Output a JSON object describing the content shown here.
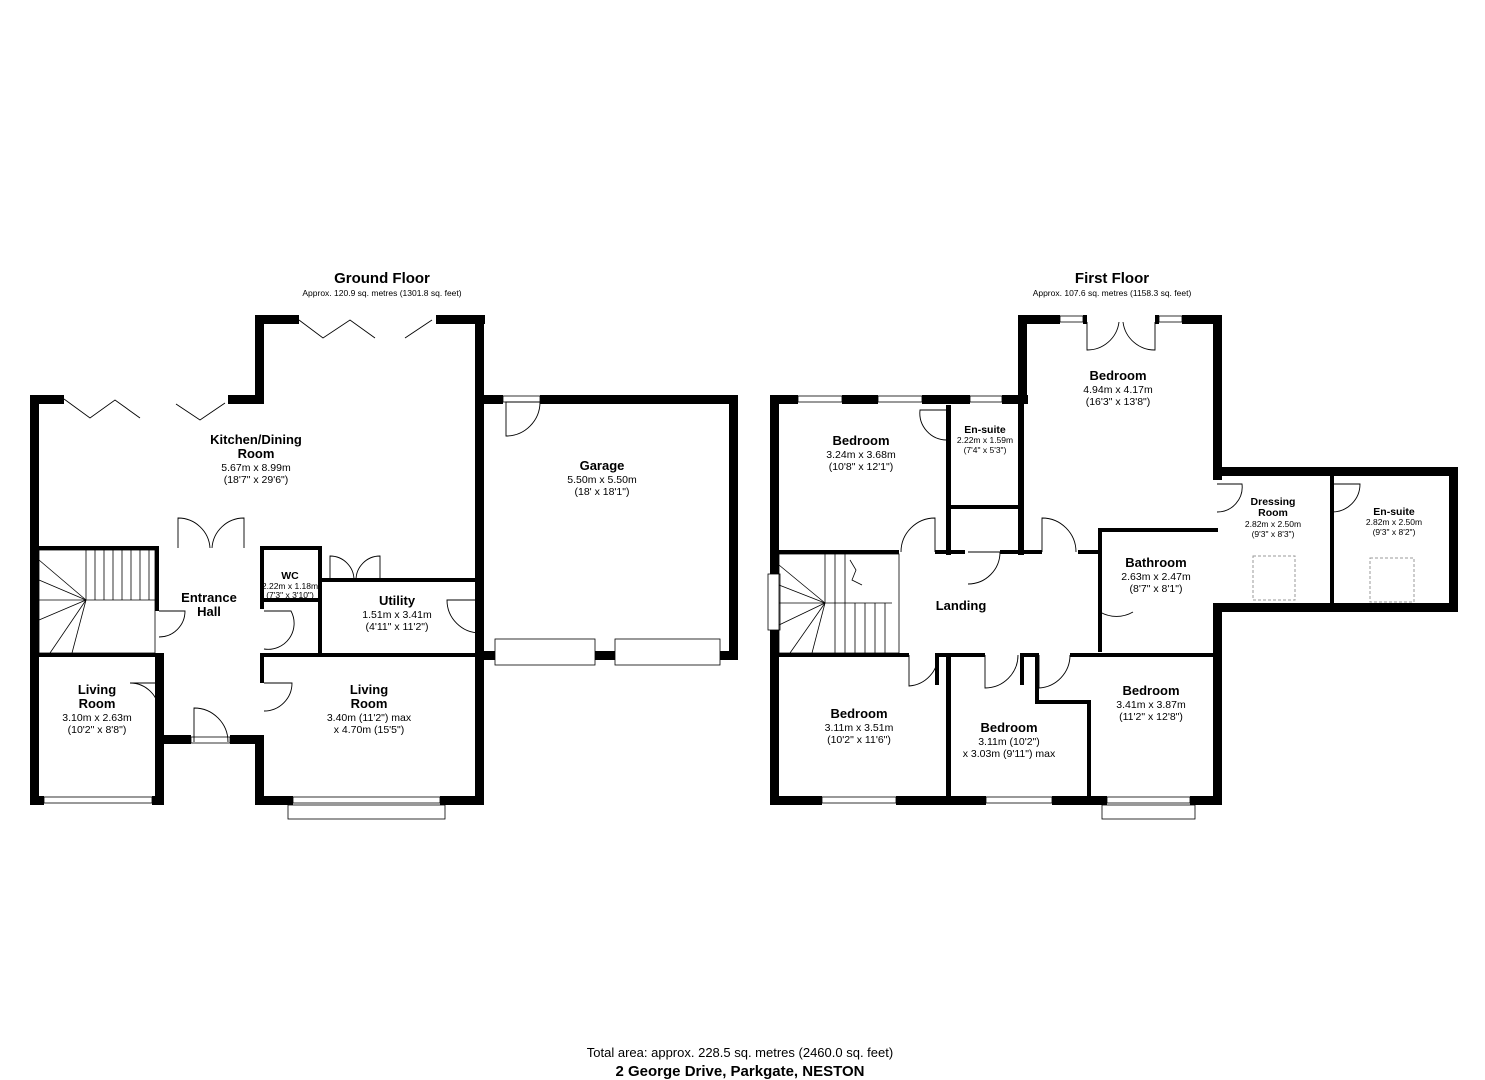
{
  "floors": {
    "ground": {
      "title": "Ground Floor",
      "area": "Approx. 120.9 sq. metres (1301.8 sq. feet)",
      "rooms": {
        "kitchen": {
          "name": [
            "Kitchen/Dining",
            "Room"
          ],
          "dims": [
            "5.67m x 8.99m",
            "(18'7\" x 29'6\")"
          ]
        },
        "garage": {
          "name": [
            "Garage"
          ],
          "dims": [
            "5.50m x 5.50m",
            "(18' x 18'1\")"
          ]
        },
        "entrance_hall": {
          "name": [
            "Entrance",
            "Hall"
          ],
          "dims": []
        },
        "wc": {
          "name": [
            "WC"
          ],
          "dims": [
            "2.22m x 1.18m",
            "(7'3\" x 3'10\")"
          ]
        },
        "utility": {
          "name": [
            "Utility"
          ],
          "dims": [
            "1.51m x 3.41m",
            "(4'11\" x 11'2\")"
          ]
        },
        "living_small": {
          "name": [
            "Living",
            "Room"
          ],
          "dims": [
            "3.10m x 2.63m",
            "(10'2\" x 8'8\")"
          ]
        },
        "living_large": {
          "name": [
            "Living",
            "Room"
          ],
          "dims": [
            "3.40m (11'2\") max",
            "x 4.70m (15'5\")"
          ]
        }
      }
    },
    "first": {
      "title": "First Floor",
      "area": "Approx. 107.6 sq. metres (1158.3 sq. feet)",
      "rooms": {
        "bedroom_master": {
          "name": [
            "Bedroom"
          ],
          "dims": [
            "4.94m x 4.17m",
            "(16'3\" x 13'8\")"
          ]
        },
        "bedroom_nw": {
          "name": [
            "Bedroom"
          ],
          "dims": [
            "3.24m x 3.68m",
            "(10'8\" x 12'1\")"
          ]
        },
        "ensuite_1": {
          "name": [
            "En-suite"
          ],
          "dims": [
            "2.22m x 1.59m",
            "(7'4\" x 5'3\")"
          ]
        },
        "dressing": {
          "name": [
            "Dressing",
            "Room"
          ],
          "dims": [
            "2.82m x 2.50m",
            "(9'3\" x 8'3\")"
          ]
        },
        "ensuite_2": {
          "name": [
            "En-suite"
          ],
          "dims": [
            "2.82m x 2.50m",
            "(9'3\" x 8'2\")"
          ]
        },
        "bathroom": {
          "name": [
            "Bathroom"
          ],
          "dims": [
            "2.63m x 2.47m",
            "(8'7\" x 8'1\")"
          ]
        },
        "landing": {
          "name": [
            "Landing"
          ],
          "dims": []
        },
        "bedroom_sw": {
          "name": [
            "Bedroom"
          ],
          "dims": [
            "3.11m x 3.51m",
            "(10'2\" x 11'6\")"
          ]
        },
        "bedroom_s": {
          "name": [
            "Bedroom"
          ],
          "dims": [
            "3.11m (10'2\")",
            "x 3.03m (9'11\") max"
          ]
        },
        "bedroom_se": {
          "name": [
            "Bedroom"
          ],
          "dims": [
            "3.41m x 3.87m",
            "(11'2\" x 12'8\")"
          ]
        }
      }
    }
  },
  "footer": {
    "total": "Total area: approx. 228.5 sq. metres (2460.0 sq. feet)",
    "address": "2 George Drive, Parkgate, NESTON"
  }
}
